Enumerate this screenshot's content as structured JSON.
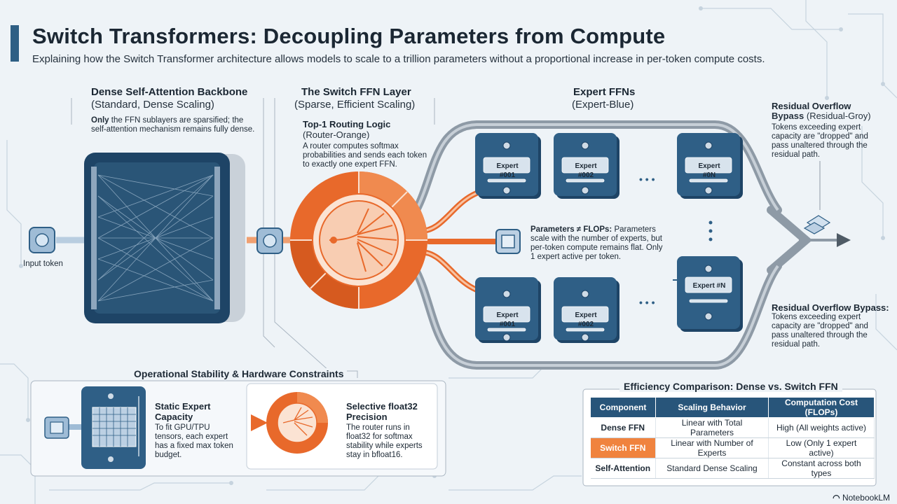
{
  "title": "Switch Transformers: Decoupling Parameters from Compute",
  "subtitle": "Explaining how the Switch Transformer architecture allows models to scale to a trillion parameters without a proportional increase in per-token compute costs.",
  "input_token": "Input token",
  "dense": {
    "heading": "Dense Self-Attention Backbone",
    "subheading": "(Standard, Dense Scaling)",
    "desc_bold": "Only",
    "desc_rest": " the FFN sublayers are sparsified; the self-attention mechanism remains fully dense."
  },
  "switch": {
    "heading": "The Switch FFN Layer",
    "subheading": "(Sparse, Efficient Scaling)",
    "routing_heading": "Top-1 Routing Logic",
    "routing_sub": "(Router-Orange)",
    "routing_desc": "A router computes softmax probabilities and sends each token to exactly one expert FFN."
  },
  "experts": {
    "heading": "Expert FFNs",
    "subheading": "(Expert-Blue)",
    "top": [
      "Expert #001",
      "Expert #002",
      "Expert #0N"
    ],
    "bottom": [
      "Expert #001",
      "Expert #002",
      "Expert #N"
    ],
    "ellipsis": "• • •"
  },
  "params_note": {
    "bold": "Parameters ≠ FLOPs:",
    "rest": " Parameters scale with the number of experts, but per-token compute remains flat. Only 1 expert active per token."
  },
  "overflow_top": {
    "heading": "Residual Overflow",
    "heading2": "Bypass",
    "sub": " (Residual-Groy)",
    "desc": "Tokens exceeding expert capacity are \"dropped\" and pass unaltered through the residual path."
  },
  "overflow_bottom": {
    "heading": "Residual Overflow Bypass:",
    "desc": "Tokens exceeding expert capacity are \"dropped\" and pass unaltered through the residual path."
  },
  "stability": {
    "heading": "Operational Stability & Hardware Constraints",
    "capacity_heading": "Static Expert Capacity",
    "capacity_desc": "To fit GPU/TPU tensors, each expert has a fixed max token budget.",
    "precision_heading": "Selective float32 Precision",
    "precision_desc": "The router runs in float32 for softmax stability while experts stay in bfloat16."
  },
  "comparison": {
    "heading": "Efficiency Comparison: Dense vs. Switch FFN",
    "columns": [
      "Component",
      "Scaling Behavior",
      "Computation Cost (FLOPs)"
    ],
    "rows": [
      [
        "Dense FFN",
        "Linear with Total Parameters",
        "High (All weights active)"
      ],
      [
        "Switch FFN",
        "Linear with Number of Experts",
        "Low (Only 1 expert active)"
      ],
      [
        "Self-Attention",
        "Standard Dense Scaling",
        "Constant across both types"
      ]
    ]
  },
  "logo": "NotebookLM",
  "colors": {
    "router_orange": "#e8692b",
    "expert_blue": "#2f5f86",
    "residual_grey": "#8e9aa6",
    "dark_navy": "#1e4466"
  }
}
